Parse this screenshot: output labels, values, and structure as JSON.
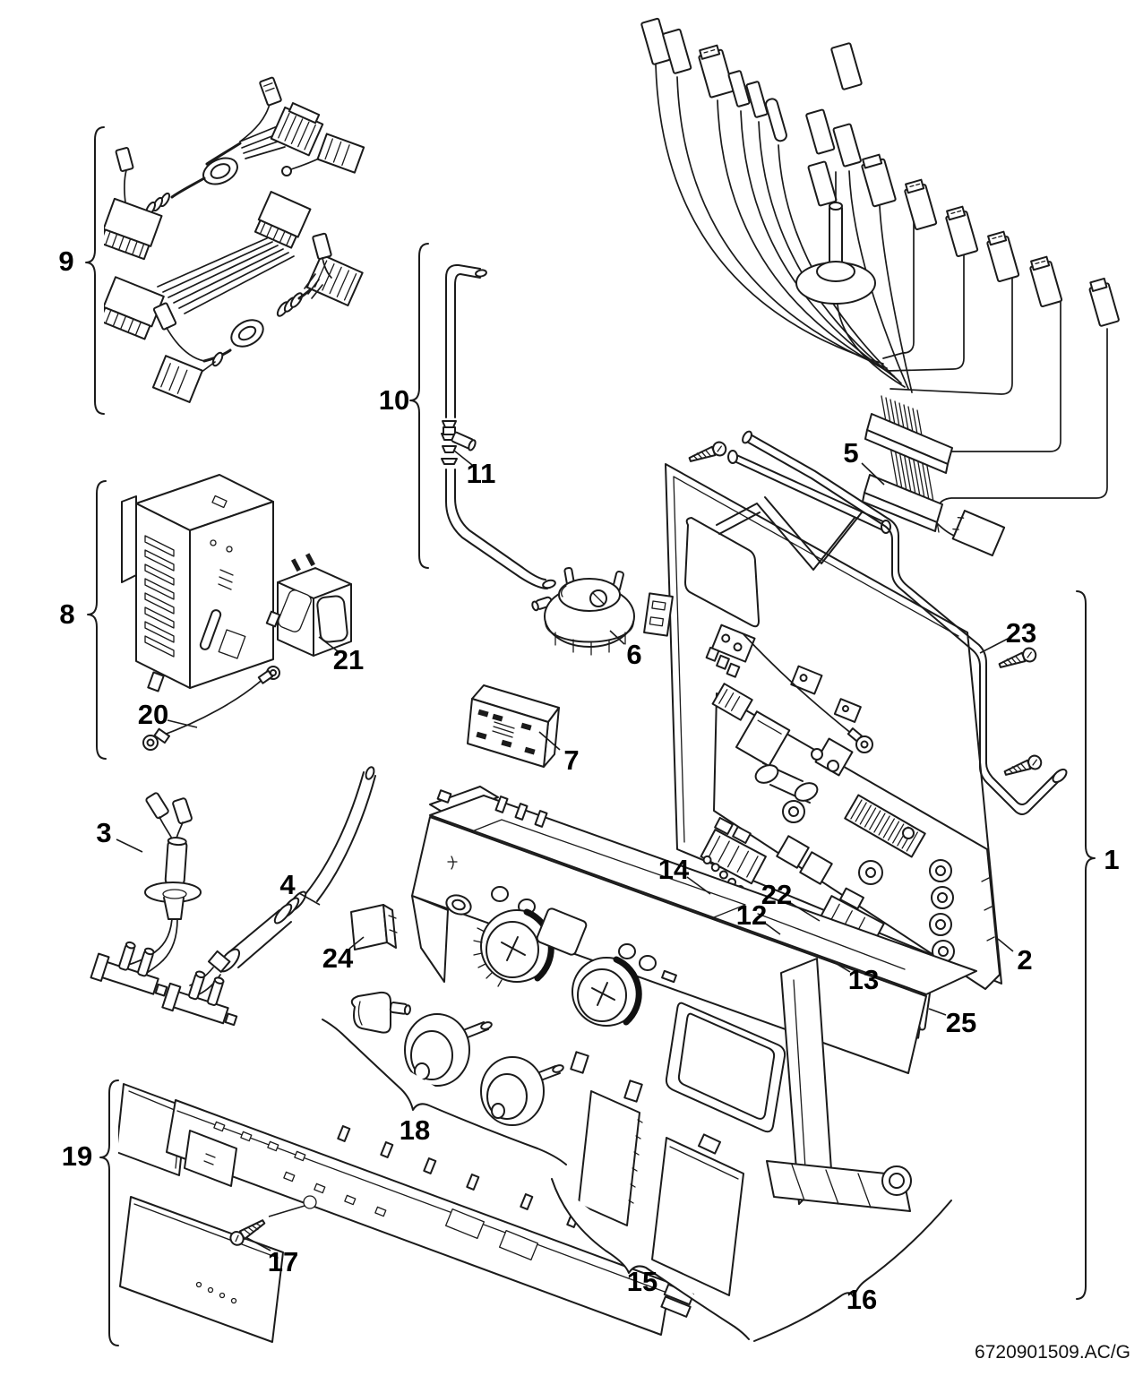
{
  "doc_code": "6720901509.AC/G",
  "callouts": {
    "c1": "1",
    "c2": "2",
    "c3": "3",
    "c4": "4",
    "c5": "5",
    "c6": "6",
    "c7": "7",
    "c8": "8",
    "c9": "9",
    "c10": "10",
    "c11": "11",
    "c12": "12",
    "c13": "13",
    "c14": "14",
    "c15": "15",
    "c16": "16",
    "c17": "17",
    "c18": "18",
    "c19": "19",
    "c20": "20",
    "c21": "21",
    "c22": "22",
    "c23": "23",
    "c24": "24",
    "c25": "25"
  }
}
